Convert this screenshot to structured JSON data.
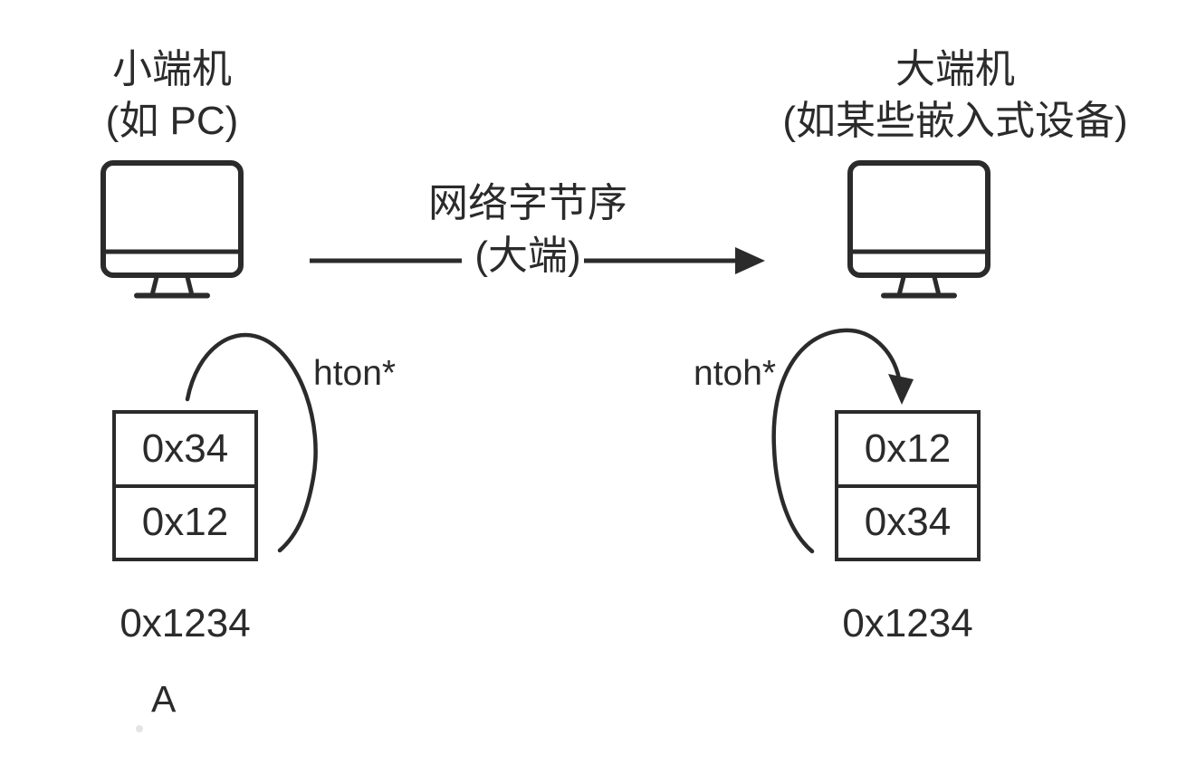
{
  "colors": {
    "ink": "#2b2b2b",
    "background": "#ffffff",
    "watermark_dot": "#e4e4e4"
  },
  "left_machine": {
    "title_line1": "小端机",
    "title_line2": "(如 PC)",
    "conversion_label": "hton*",
    "memory": {
      "top_byte": "0x34",
      "bottom_byte": "0x12"
    },
    "value_label": "0x1234"
  },
  "right_machine": {
    "title_line1": "大端机",
    "title_line2": "(如某些嵌入式设备)",
    "conversion_label": "ntoh*",
    "memory": {
      "top_byte": "0x12",
      "bottom_byte": "0x34"
    },
    "value_label": "0x1234"
  },
  "network": {
    "label_line1": "网络字节序",
    "label_line2": "(大端)"
  },
  "footnote_label": "A"
}
